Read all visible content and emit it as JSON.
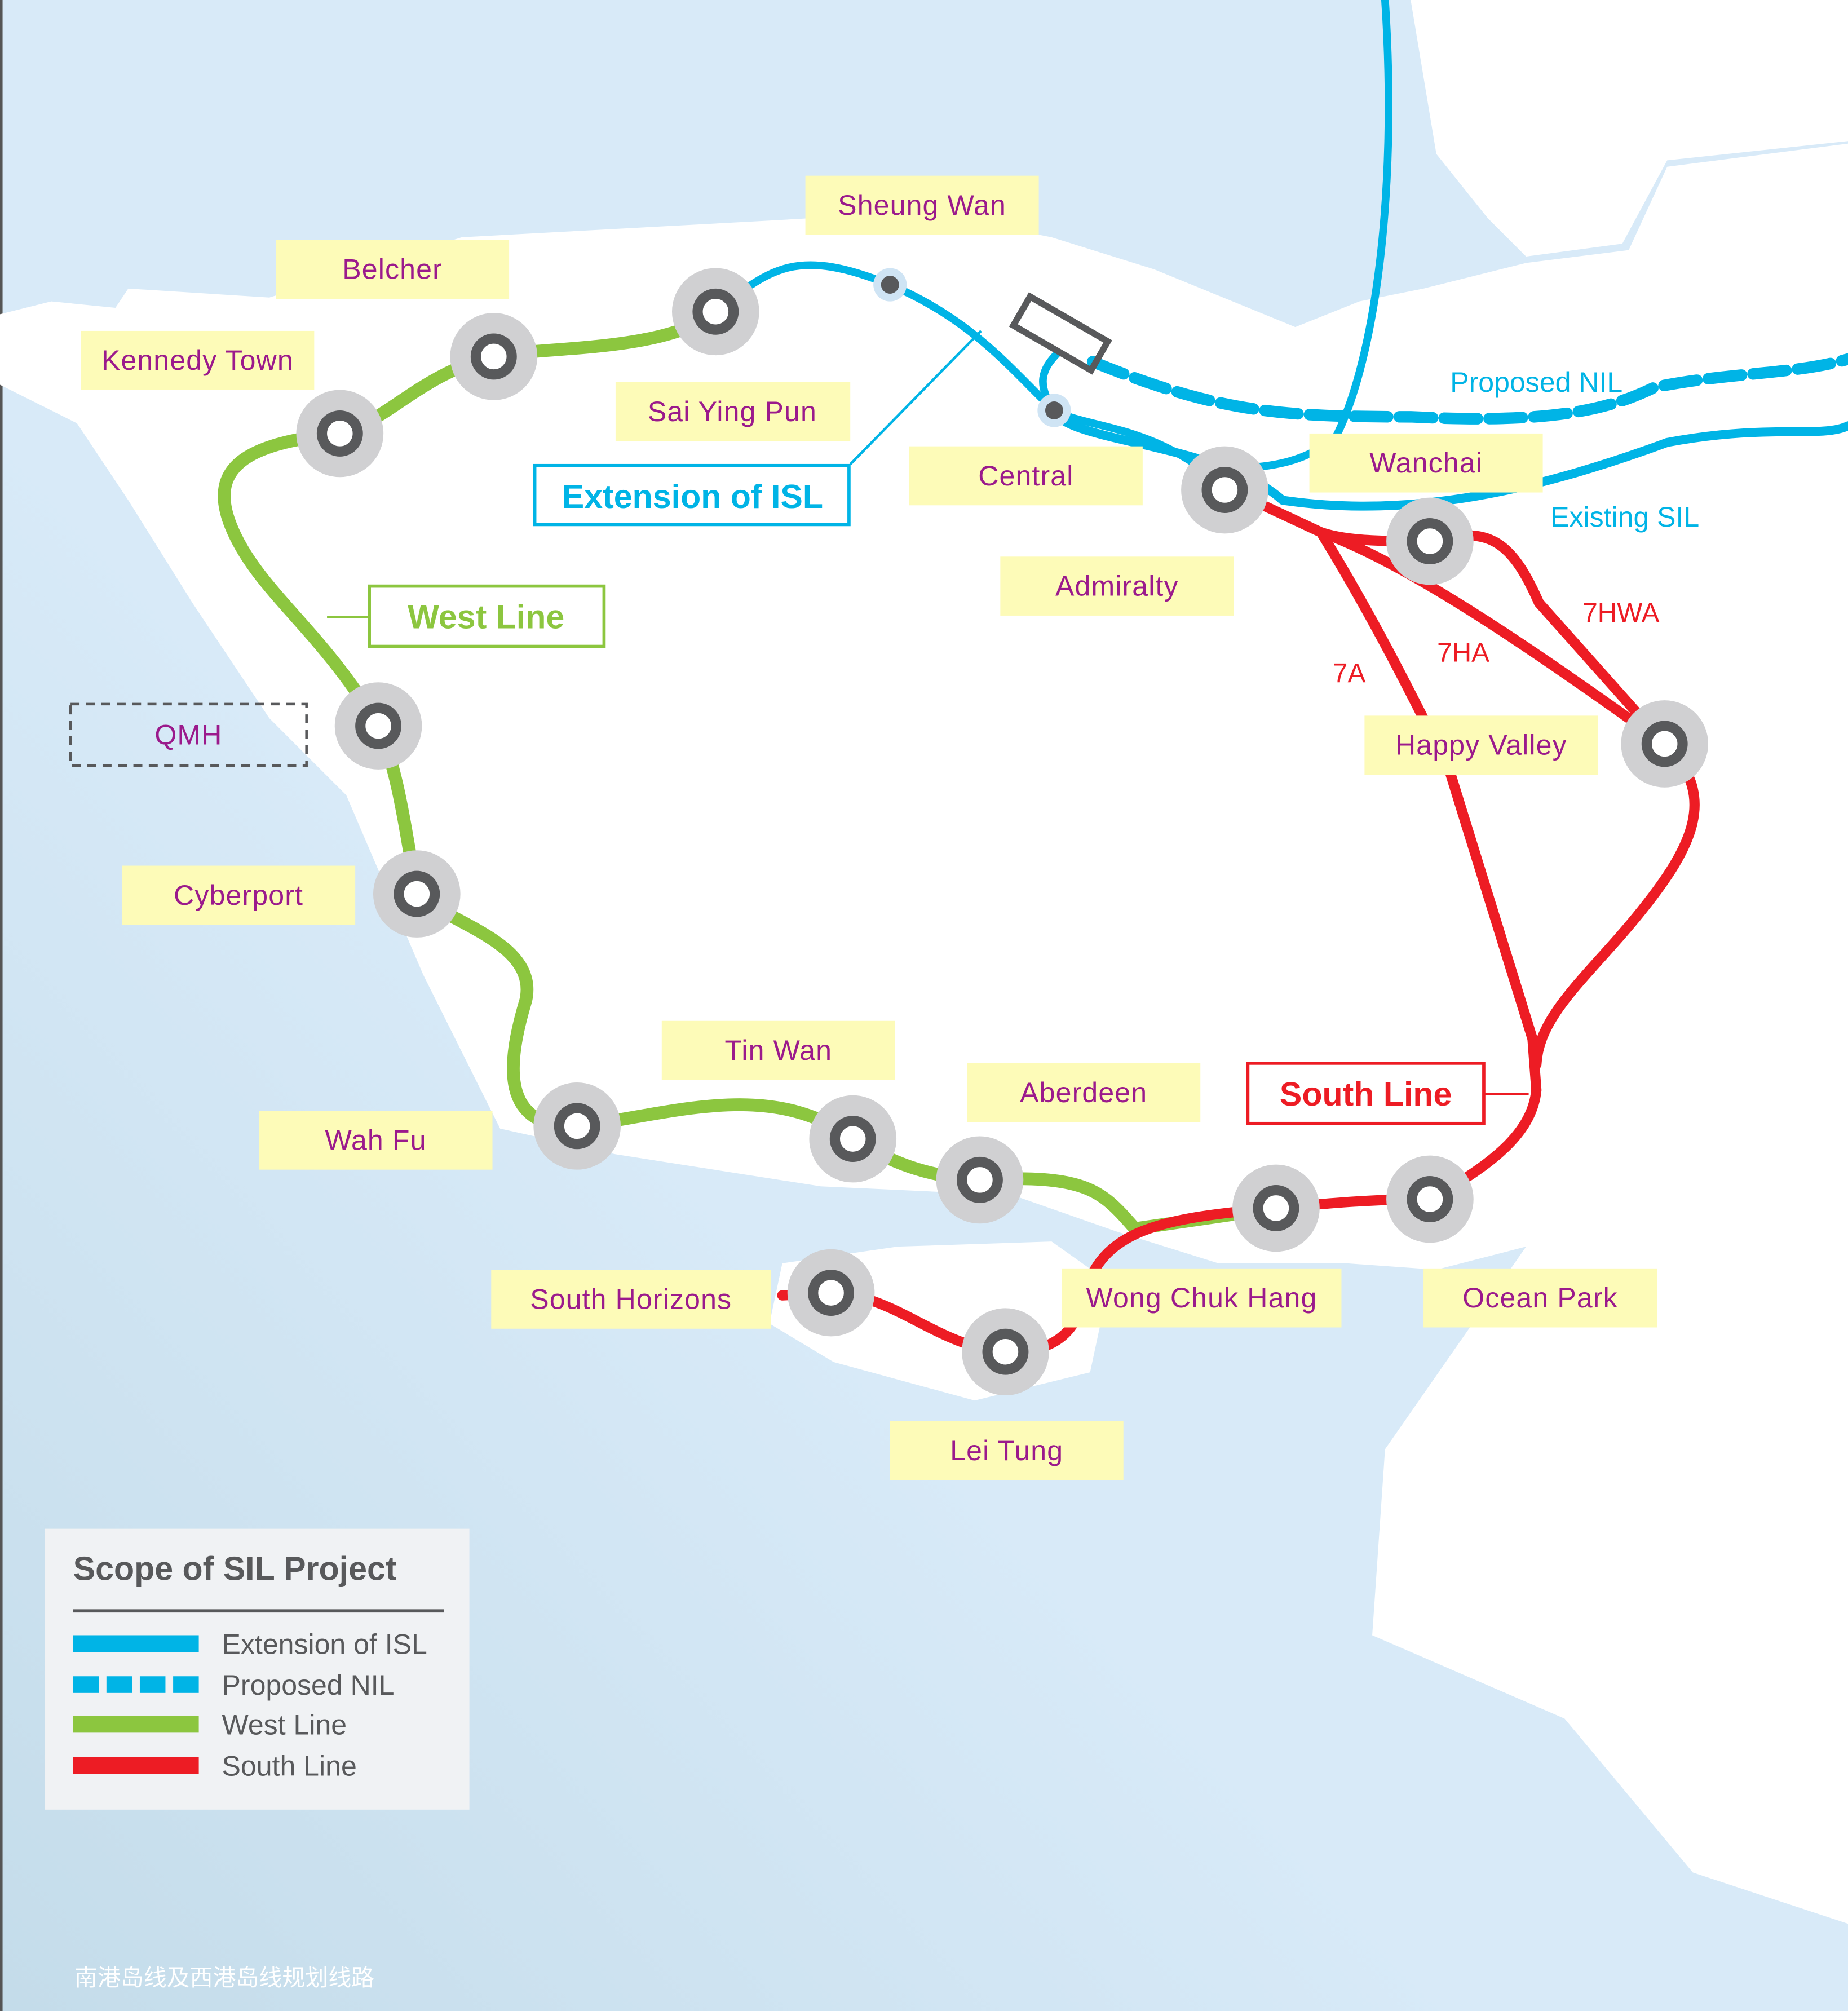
{
  "map": {
    "caption": "南港岛线及西港岛线规划线路",
    "colors": {
      "isl": "#00b4e6",
      "west": "#8cc63f",
      "south": "#ed1c24",
      "label_text": "#9b1a8c",
      "label_bg": "#fdfbb8",
      "sea": "#d8eaf8"
    },
    "stations": {
      "sheung_wan": "Sheung Wan",
      "belcher": "Belcher",
      "kennedy_town": "Kennedy Town",
      "sai_ying_pun": "Sai Ying Pun",
      "central": "Central",
      "wanchai": "Wanchai",
      "admiralty": "Admiralty",
      "happy_valley": "Happy Valley",
      "qmh": "QMH",
      "cyberport": "Cyberport",
      "tin_wan": "Tin Wan",
      "aberdeen": "Aberdeen",
      "wah_fu": "Wah Fu",
      "south_horizons": "South Horizons",
      "wong_chuk_hang": "Wong Chuk Hang",
      "ocean_park": "Ocean Park",
      "lei_tung": "Lei Tung"
    },
    "line_labels": {
      "extension_isl": "Extension of ISL",
      "west_line": "West Line",
      "south_line": "South Line",
      "proposed_nil": "Proposed NIL",
      "existing_sil": "Existing SIL",
      "route_7a": "7A",
      "route_7ha": "7HA",
      "route_7hwa": "7HWA"
    }
  },
  "legend": {
    "title": "Scope of SIL Project",
    "items": [
      {
        "label": "Extension of ISL",
        "icon": "solid-blue-line"
      },
      {
        "label": "Proposed NIL",
        "icon": "dashed-blue-line"
      },
      {
        "label": "West Line",
        "icon": "solid-green-line"
      },
      {
        "label": "South Line",
        "icon": "solid-red-line"
      }
    ]
  }
}
